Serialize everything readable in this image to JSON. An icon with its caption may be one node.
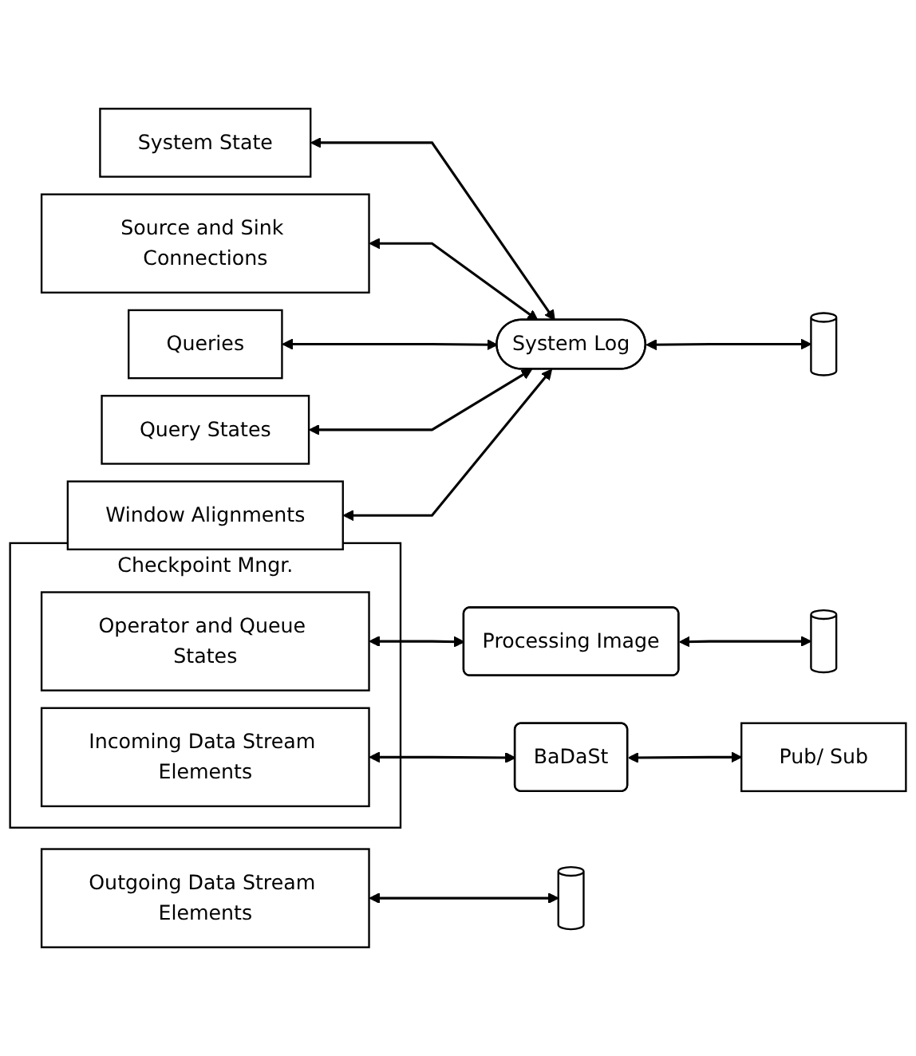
{
  "diagram": {
    "nodes": [
      {
        "text": [
          "System State"
        ]
      },
      {
        "text": [
          "Source and Sink Connections"
        ]
      },
      {
        "text": [
          "Queries"
        ]
      },
      {
        "text": [
          "Query States"
        ]
      },
      {
        "text": [
          "Window Alignments"
        ]
      },
      {
        "text": [
          "System Log"
        ]
      },
      {
        "text": [],
        "shape": "cylinder"
      },
      {
        "text": [
          "Checkpoint Mngr."
        ]
      },
      {
        "text": [
          "Operator and Queue States"
        ],
        "in": 7
      },
      {
        "text": [
          "Processing Image"
        ]
      },
      {
        "text": [],
        "shape": "cylinder"
      },
      {
        "text": [
          "Incoming Data Stream Elements"
        ],
        "in": 7
      },
      {
        "text": [
          "BaDaSt"
        ]
      },
      {
        "text": [
          "Pub/ Sub"
        ]
      },
      {
        "text": [
          "Outgoing Data Stream Elements"
        ]
      },
      {
        "text": [],
        "shape": "cylinder"
      }
    ],
    "edges": [
      {
        "from": 0,
        "to": 5,
        "arrow": "both"
      },
      {
        "from": 1,
        "to": 5,
        "arrow": "both"
      },
      {
        "from": 2,
        "to": 5,
        "arrow": "both"
      },
      {
        "from": 3,
        "to": 5,
        "arrow": "both"
      },
      {
        "from": 4,
        "to": 5,
        "arrow": "both"
      },
      {
        "from": 5,
        "to": 6,
        "arrow": "both"
      },
      {
        "from": 8,
        "to": 9,
        "arrow": "both"
      },
      {
        "from": 9,
        "to": 10,
        "arrow": "both"
      },
      {
        "from": 11,
        "to": 12,
        "arrow": "both"
      },
      {
        "from": 12,
        "to": 13,
        "arrow": "both"
      },
      {
        "from": 14,
        "to": 15,
        "arrow": "both"
      }
    ]
  }
}
